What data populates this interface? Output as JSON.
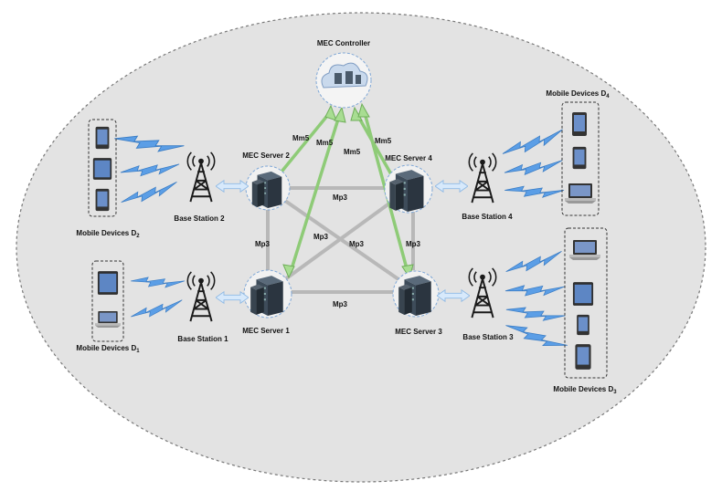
{
  "controller": {
    "label": "MEC Controller"
  },
  "servers": [
    {
      "label": "MEC Server 1"
    },
    {
      "label": "MEC Server 2"
    },
    {
      "label": "MEC Server 3"
    },
    {
      "label": "MEC Server 4"
    }
  ],
  "base_stations": [
    {
      "label": "Base Station 1"
    },
    {
      "label": "Base Station 2"
    },
    {
      "label": "Base Station 3"
    },
    {
      "label": "Base Station 4"
    }
  ],
  "device_groups": [
    {
      "label": "Mobile Devices D",
      "sub": "1"
    },
    {
      "label": "Mobile Devices D",
      "sub": "2"
    },
    {
      "label": "Mobile Devices D",
      "sub": "3"
    },
    {
      "label": "Mobile Devices D",
      "sub": "4"
    }
  ],
  "links": {
    "mp3": "Mp3",
    "mm5": "Mm5"
  },
  "colors": {
    "ellipse_fill": "#e3e3e3",
    "mm5_arrow": "#9fd68a",
    "mp3_line": "#b5b5b5",
    "bs_arrow": "#bcd9f5",
    "wireless": "#5b9ee6"
  }
}
